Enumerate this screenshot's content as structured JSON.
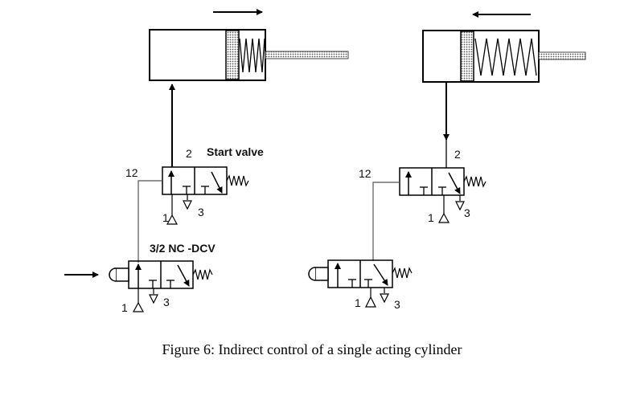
{
  "left": {
    "port_2": "2",
    "start_valve_label": "Start valve",
    "pilot_port_12": "12",
    "start_port_1": "1",
    "start_port_3": "3",
    "dcv_label": "3/2 NC -DCV",
    "dcv_port_1": "1",
    "dcv_port_3": "3"
  },
  "right": {
    "port_2": "2",
    "pilot_port_12": "12",
    "start_port_1": "1",
    "start_port_3": "3",
    "dcv_port_1": "1",
    "dcv_port_3": "3"
  },
  "caption": "Figure 6: Indirect control of a single acting cylinder",
  "colors": {
    "line": "#000000",
    "pipe": "#555555",
    "piston": "#c8c8c8",
    "background": "#ffffff"
  }
}
